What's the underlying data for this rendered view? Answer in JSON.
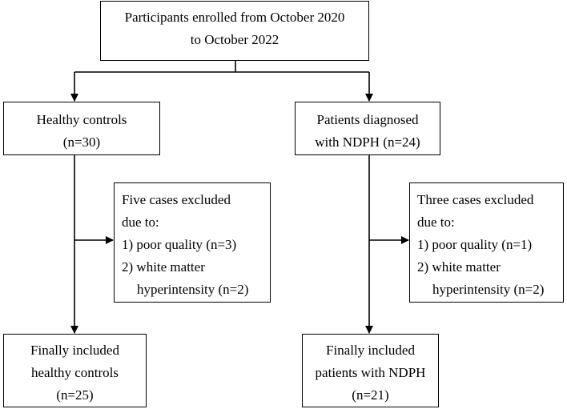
{
  "nodes": {
    "enrolled": {
      "lines": [
        "Participants enrolled from October 2020",
        "to October 2022"
      ]
    },
    "healthy_controls": {
      "lines": [
        "Healthy controls",
        "(n=30)"
      ]
    },
    "patients": {
      "lines": [
        "Patients diagnosed",
        "with NDPH (n=24)"
      ]
    },
    "excluded_controls": {
      "lines": [
        "Five cases excluded",
        "due to:",
        "1) poor quality (n=3)",
        "2) white matter",
        "hyperintensity (n=2)"
      ]
    },
    "excluded_patients": {
      "lines": [
        "Three cases excluded",
        "due to:",
        "1) poor quality (n=1)",
        "2) white matter",
        "hyperintensity (n=2)"
      ]
    },
    "final_controls": {
      "lines": [
        "Finally included",
        "healthy controls",
        "(n=25)"
      ]
    },
    "final_patients": {
      "lines": [
        "Finally included",
        "patients with NDPH",
        "(n=21)"
      ]
    }
  },
  "edges": [
    {
      "from": "enrolled",
      "to": "healthy_controls"
    },
    {
      "from": "enrolled",
      "to": "patients"
    },
    {
      "from": "healthy_controls",
      "to": "excluded_controls"
    },
    {
      "from": "healthy_controls",
      "to": "final_controls"
    },
    {
      "from": "patients",
      "to": "excluded_patients"
    },
    {
      "from": "patients",
      "to": "final_patients"
    }
  ]
}
